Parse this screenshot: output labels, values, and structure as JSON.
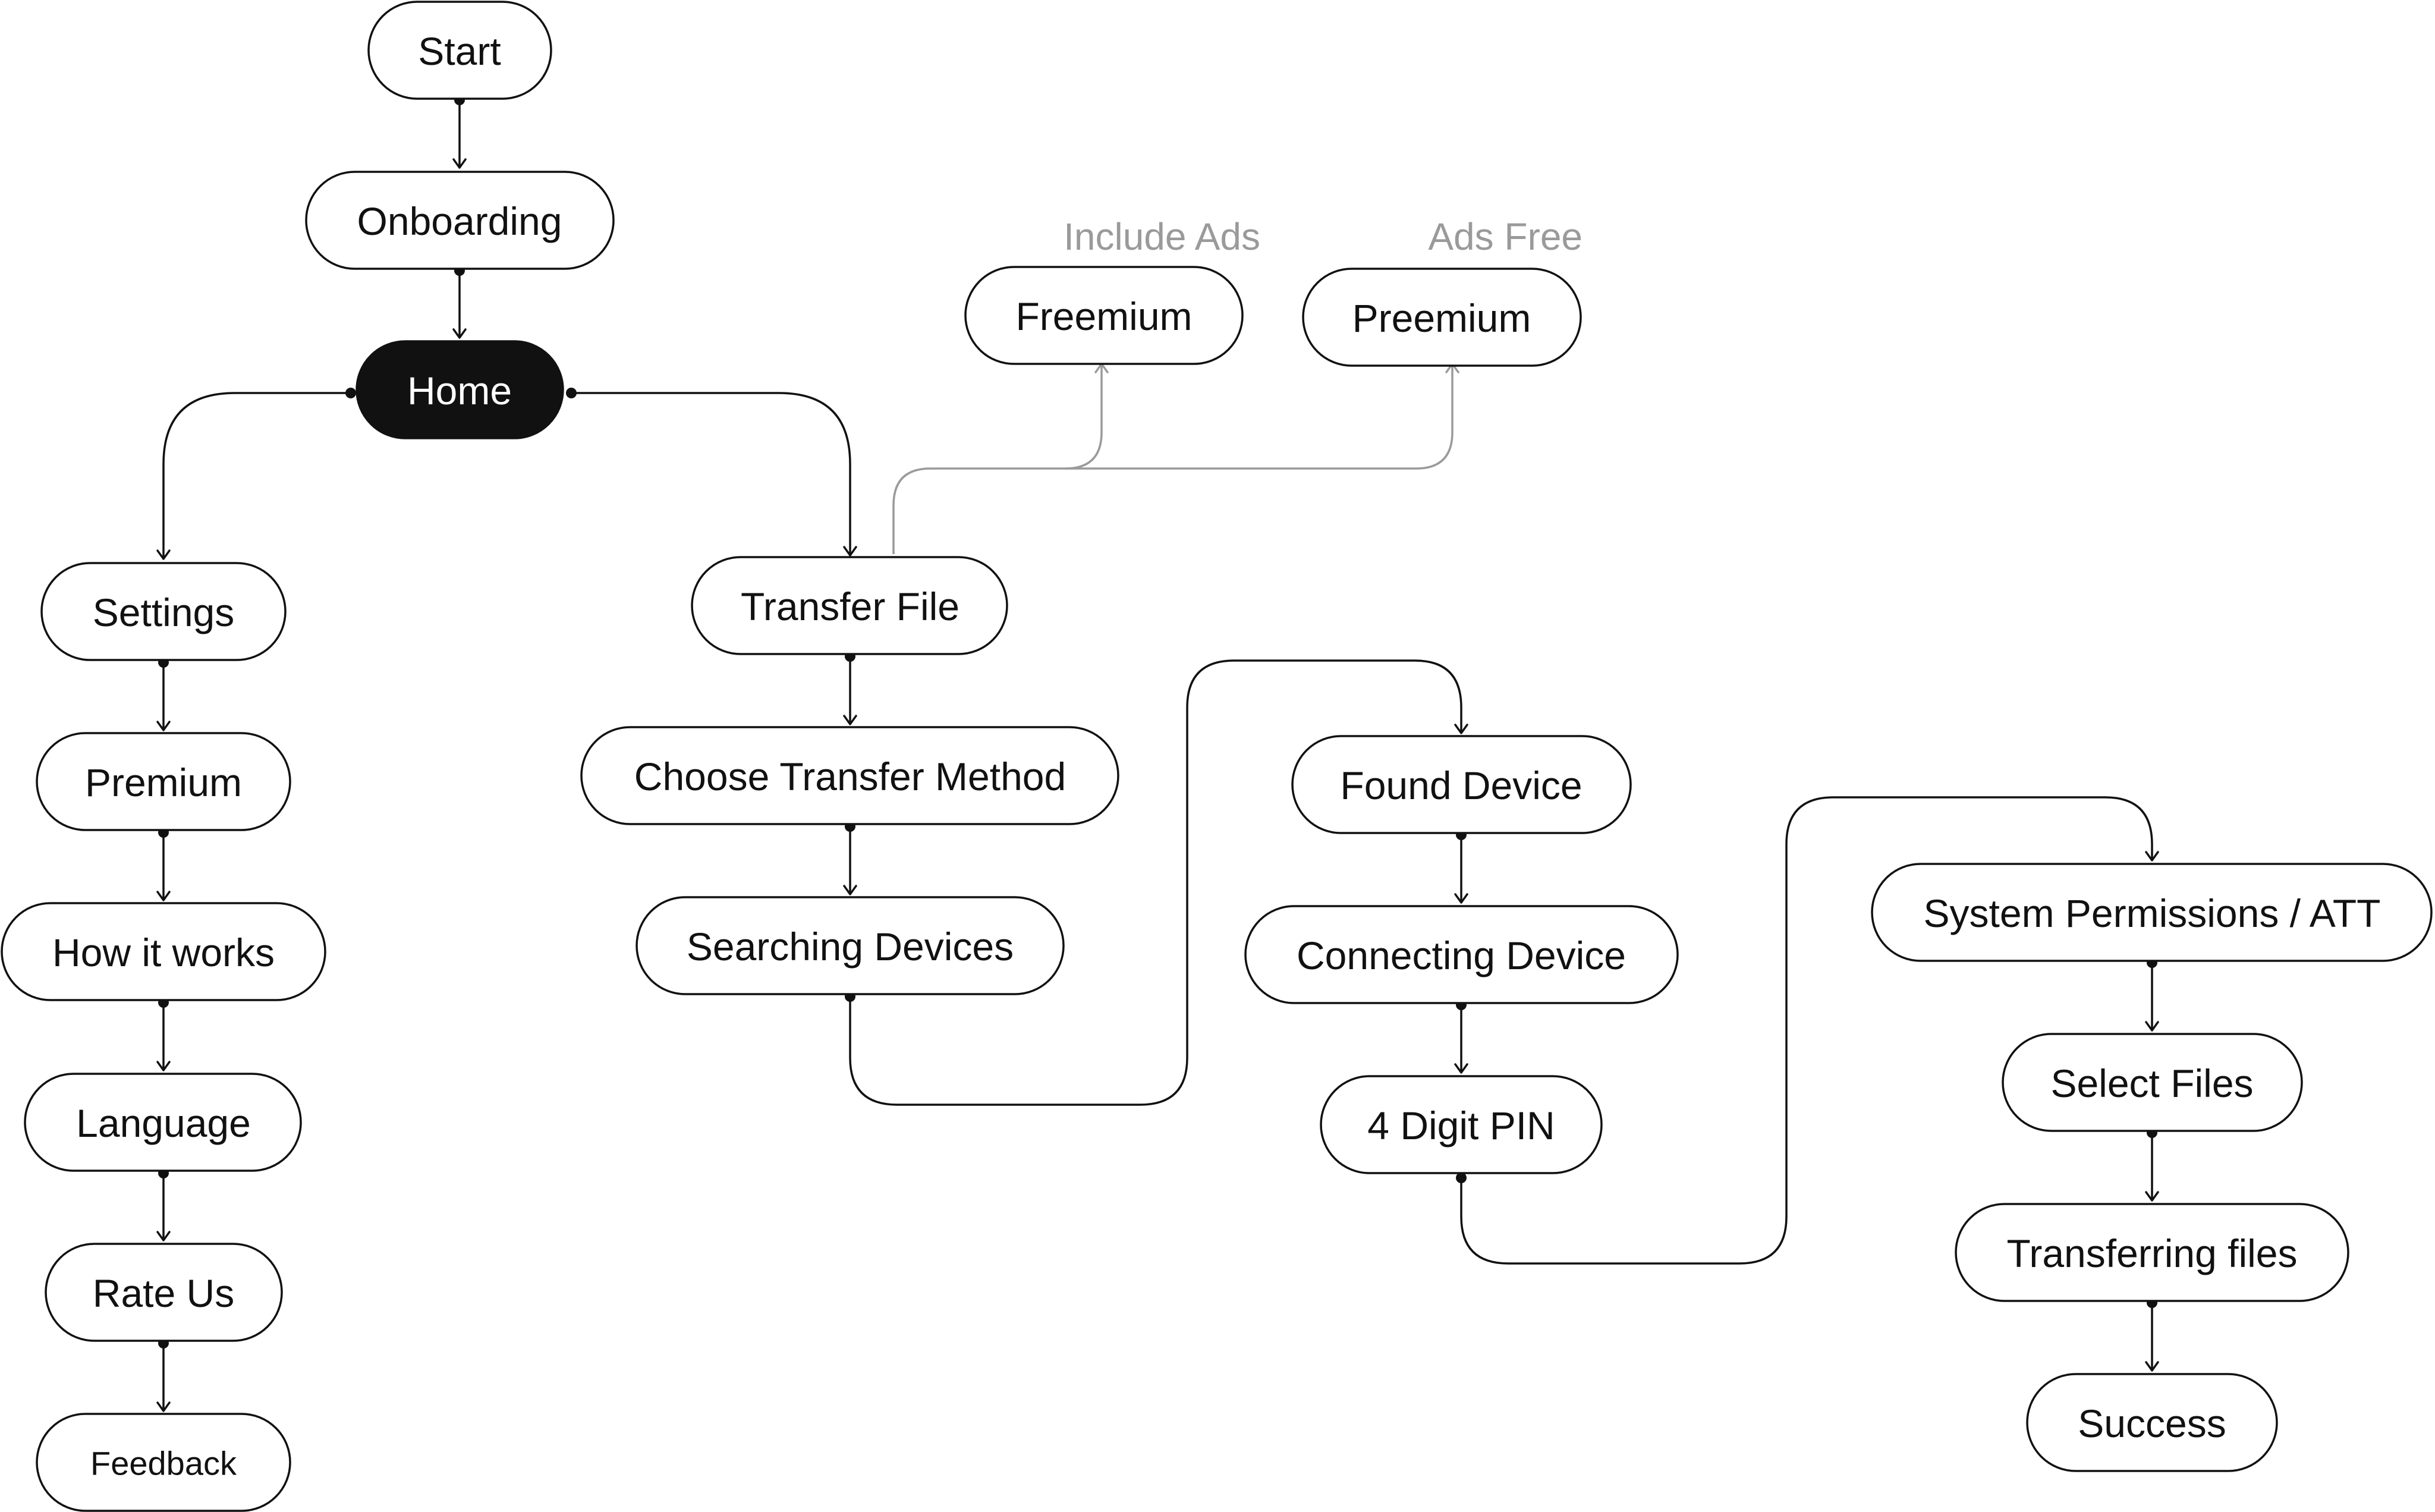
{
  "nodes": {
    "start": "Start",
    "onboarding": "Onboarding",
    "home": "Home",
    "settings": "Settings",
    "premium": "Premium",
    "how_it_works": "How it works",
    "language": "Language",
    "rate_us": "Rate Us",
    "feedback": "Feedback",
    "transfer_file": "Transfer File",
    "choose_transfer_method": "Choose Transfer Method",
    "searching_devices": "Searching Devices",
    "freemium": "Freemium",
    "preemium": "Preemium",
    "found_device": "Found Device",
    "connecting_device": "Connecting Device",
    "four_digit_pin": "4 Digit PIN",
    "system_permissions": "System Permissions / ATT",
    "select_files": "Select Files",
    "transferring_files": "Transferring files",
    "success": "Success"
  },
  "annotations": {
    "include_ads": "Include Ads",
    "ads_free": "Ads Free"
  },
  "colors": {
    "line": "#111111",
    "muted": "#9a9a9a",
    "highlight_fill": "#111111",
    "highlight_text": "#ffffff",
    "background": "#ffffff"
  },
  "edges": [
    {
      "from": "start",
      "to": "onboarding"
    },
    {
      "from": "onboarding",
      "to": "home"
    },
    {
      "from": "home",
      "to": "settings"
    },
    {
      "from": "home",
      "to": "transfer_file"
    },
    {
      "from": "settings",
      "to": "premium"
    },
    {
      "from": "premium",
      "to": "how_it_works"
    },
    {
      "from": "how_it_works",
      "to": "language"
    },
    {
      "from": "language",
      "to": "rate_us"
    },
    {
      "from": "rate_us",
      "to": "feedback"
    },
    {
      "from": "transfer_file",
      "to": "choose_transfer_method"
    },
    {
      "from": "choose_transfer_method",
      "to": "searching_devices"
    },
    {
      "from": "transfer_file",
      "to": "freemium"
    },
    {
      "from": "transfer_file",
      "to": "preemium"
    },
    {
      "from": "searching_devices",
      "to": "found_device"
    },
    {
      "from": "found_device",
      "to": "connecting_device"
    },
    {
      "from": "connecting_device",
      "to": "four_digit_pin"
    },
    {
      "from": "four_digit_pin",
      "to": "system_permissions"
    },
    {
      "from": "system_permissions",
      "to": "select_files"
    },
    {
      "from": "select_files",
      "to": "transferring_files"
    },
    {
      "from": "transferring_files",
      "to": "success"
    }
  ]
}
